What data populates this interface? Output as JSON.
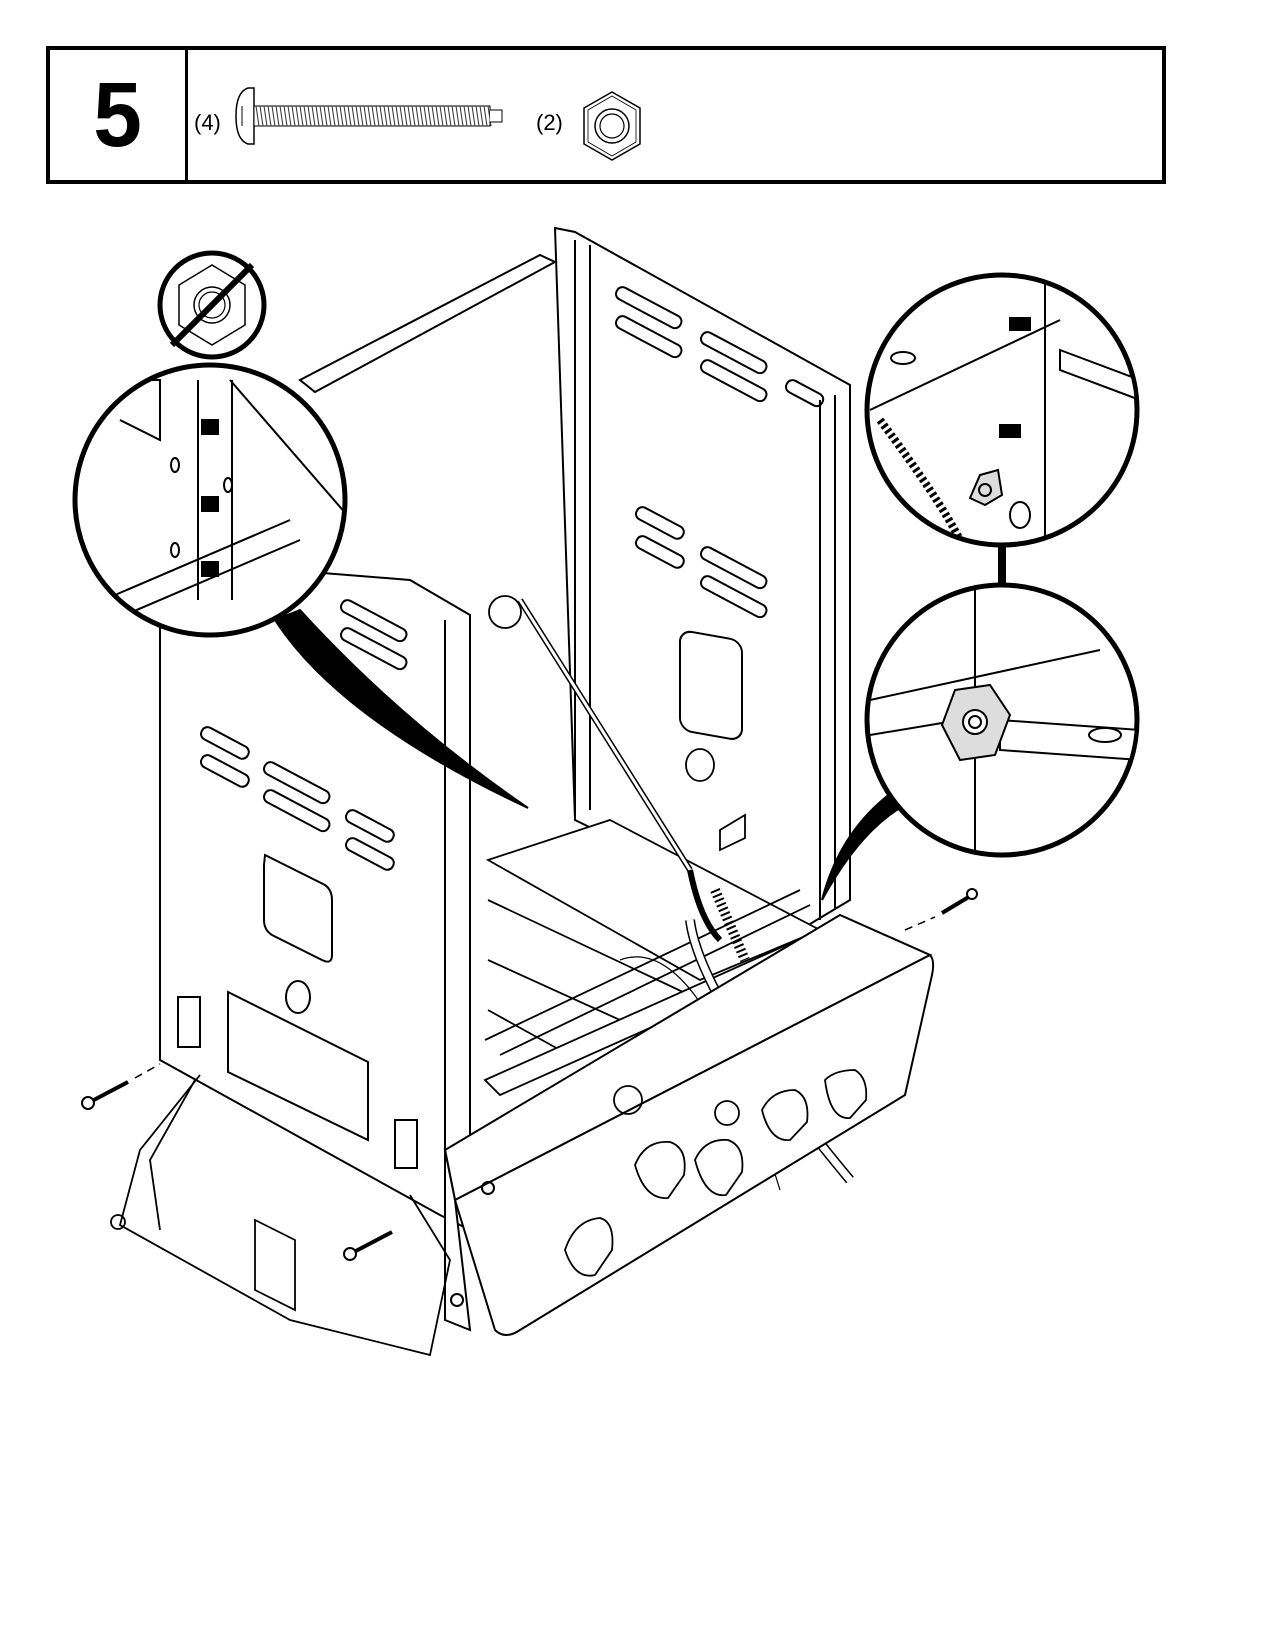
{
  "step": {
    "number": "5"
  },
  "parts": [
    {
      "name": "bolt",
      "quantity_label": "(4)",
      "icon": "bolt-icon"
    },
    {
      "name": "hex-nut",
      "quantity_label": "(2)",
      "icon": "hex-nut-icon"
    }
  ],
  "illustration": {
    "subject": "grill-cart-assembly",
    "callouts": [
      {
        "name": "no-nut-indicator",
        "icon": "prohibited-nut-icon"
      },
      {
        "name": "left-bracket-detail",
        "icon": "bracket-bolts-detail"
      },
      {
        "name": "right-nut-detail-before",
        "icon": "nut-bracket-detail"
      },
      {
        "name": "right-nut-detail-after",
        "icon": "nut-installed-detail"
      }
    ]
  }
}
